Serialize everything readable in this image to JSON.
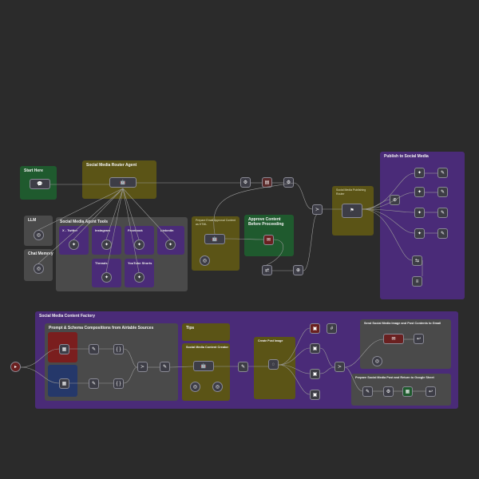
{
  "colors": {
    "background": "#2b2b2b",
    "purple": "#4a2b78",
    "olive": "#5b5416",
    "green": "#1f5a2e",
    "gray": "#4a4a4a",
    "red": "#7a1e1e",
    "blue": "#25386a"
  },
  "groups": {
    "start": "Start Here",
    "router": "Social Media Router Agent",
    "tools": "Social Media Agent Tools",
    "llm": "LLM",
    "memory": "Chat Memory",
    "prepare_email": "Prepare Email Approval Content as HTML",
    "approve": "Approve Content Before Proceeding",
    "platform_publishing": "Social Media Publishing Router",
    "publish": "Publish to Social Media",
    "factory": "Social Media Content Factory",
    "prompt_schema": "Prompt & Schema Compositions from Airtable Sources",
    "creator": "Social Media Content Creator",
    "create_image": "Create Post Image",
    "email_results": "Send Social Media Image and Post Contents to Gmail",
    "prepare_post": "Prepare Social Media Post and Return to Google Sheet",
    "tips_note": "Tips"
  },
  "tools": [
    "X - Twitter",
    "Instagram",
    "Facebook",
    "LinkedIn",
    "Threads",
    "YouTube Shorts"
  ]
}
